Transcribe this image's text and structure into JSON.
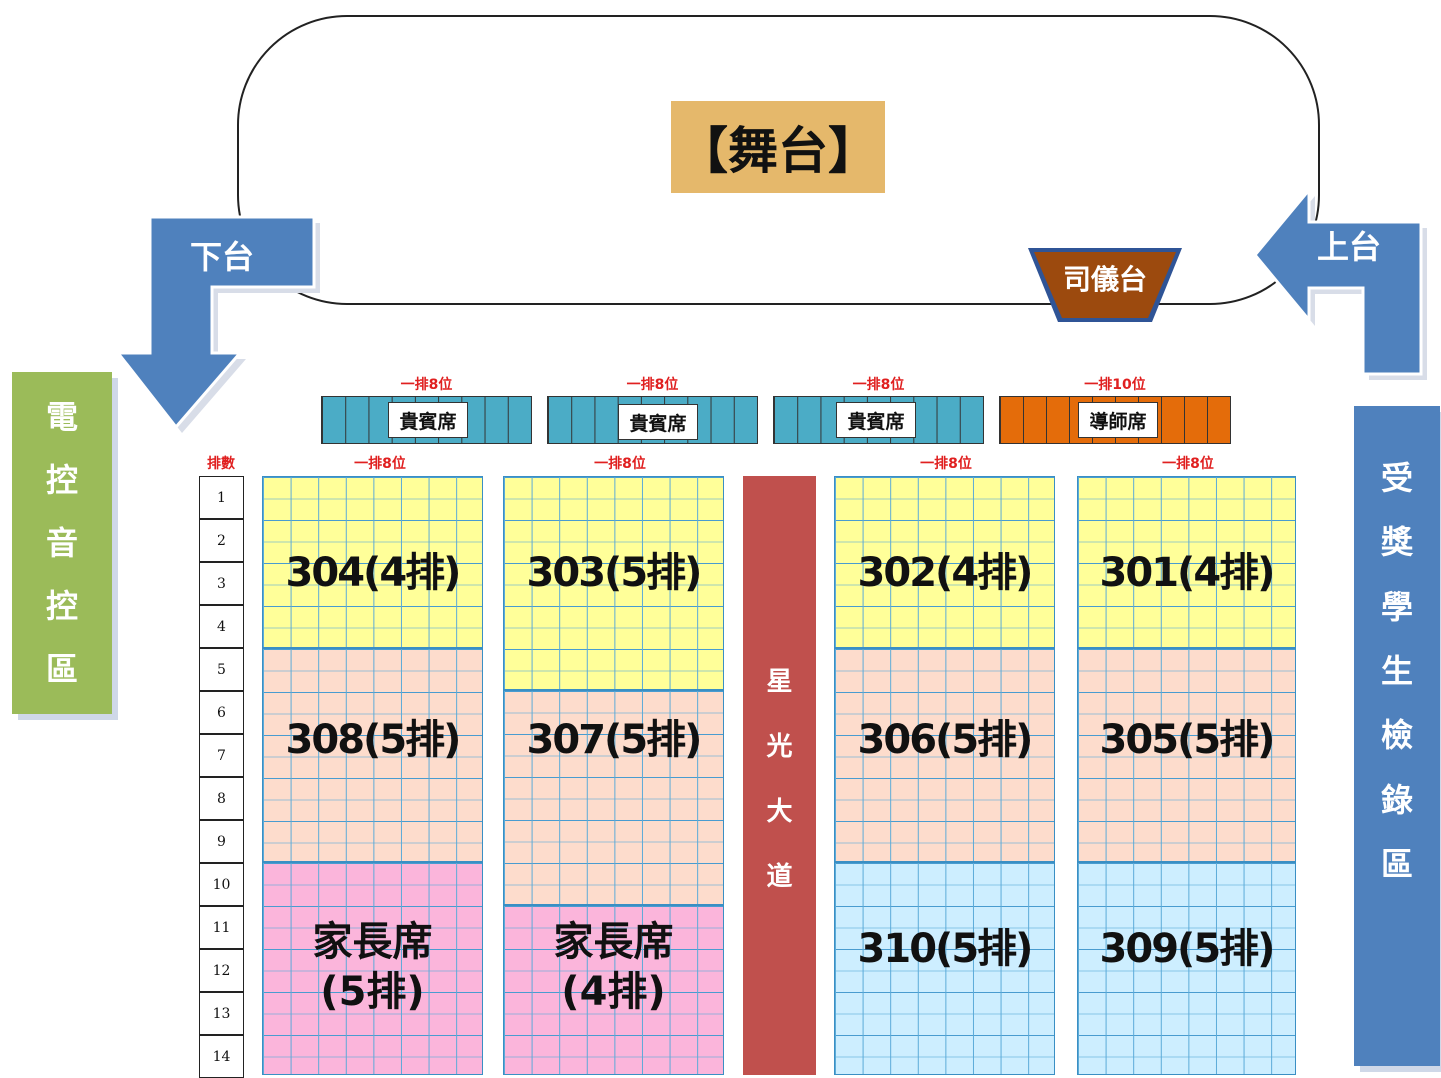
{
  "stage": {
    "label": "【舞台】"
  },
  "emcee": {
    "label": "司儀台"
  },
  "exit": {
    "label": "下台"
  },
  "enter": {
    "label": "上台"
  },
  "left_panel": {
    "chars": [
      "電",
      "控",
      "音",
      "控",
      "區"
    ]
  },
  "right_panel": {
    "chars": [
      "受",
      "獎",
      "學",
      "生",
      "檢",
      "錄",
      "區"
    ]
  },
  "aisle": {
    "chars": [
      "星",
      "光",
      "大",
      "道"
    ]
  },
  "rows": {
    "header": "排數",
    "numbers": [
      "1",
      "2",
      "3",
      "4",
      "5",
      "6",
      "7",
      "8",
      "9",
      "10",
      "11",
      "12",
      "13",
      "14"
    ]
  },
  "vip_rows": [
    {
      "note": "一排8位",
      "label": "貴賓席"
    },
    {
      "note": "一排8位",
      "label": "貴賓席"
    },
    {
      "note": "一排8位",
      "label": "貴賓席"
    },
    {
      "note": "一排10位",
      "label": "導師席"
    }
  ],
  "column_notes": [
    "一排8位",
    "一排8位",
    "一排8位",
    "一排8位"
  ],
  "sections": {
    "s304": "304(4排)",
    "s303": "303(5排)",
    "s302": "302(4排)",
    "s301": "301(4排)",
    "s308": "308(5排)",
    "s307": "307(5排)",
    "s306": "306(5排)",
    "s305": "305(5排)",
    "s310": "310(5排)",
    "s309": "309(5排)",
    "parent1_line1": "家長席",
    "parent1_line2": "(5排)",
    "parent2_line1": "家長席",
    "parent2_line2": "(4排)"
  },
  "colors": {
    "yellow": "#ffff99",
    "peach": "#fddccc",
    "pink": "#fbb5db",
    "lightblue": "#cdeeff",
    "vip": "#4bacc6",
    "mentor": "#e46c0a",
    "aisle": "#c0504d"
  }
}
